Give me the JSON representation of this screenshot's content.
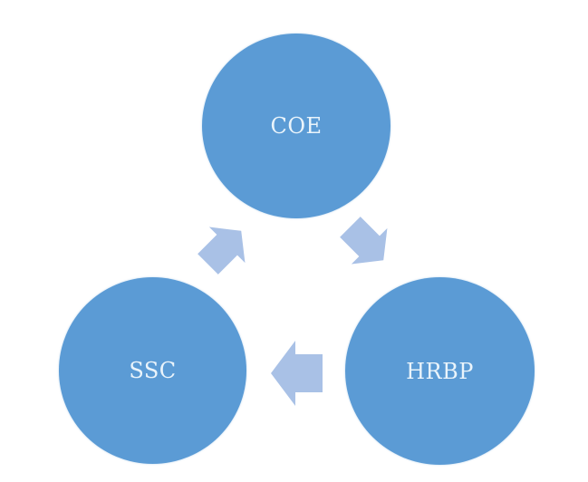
{
  "diagram": {
    "type": "cycle",
    "colors": {
      "node_fill": "#5b9bd5",
      "node_text": "#eaf4fb",
      "arrow_fill": "#a9c1e6",
      "background": "#ffffff"
    },
    "nodes": [
      {
        "id": "coe",
        "label": "COE"
      },
      {
        "id": "hrbp",
        "label": "HRBP"
      },
      {
        "id": "ssc",
        "label": "SSC"
      }
    ],
    "edges": [
      {
        "from": "COE",
        "to": "HRBP",
        "direction": "down-right"
      },
      {
        "from": "HRBP",
        "to": "SSC",
        "direction": "left"
      },
      {
        "from": "SSC",
        "to": "COE",
        "direction": "up-right"
      }
    ]
  }
}
